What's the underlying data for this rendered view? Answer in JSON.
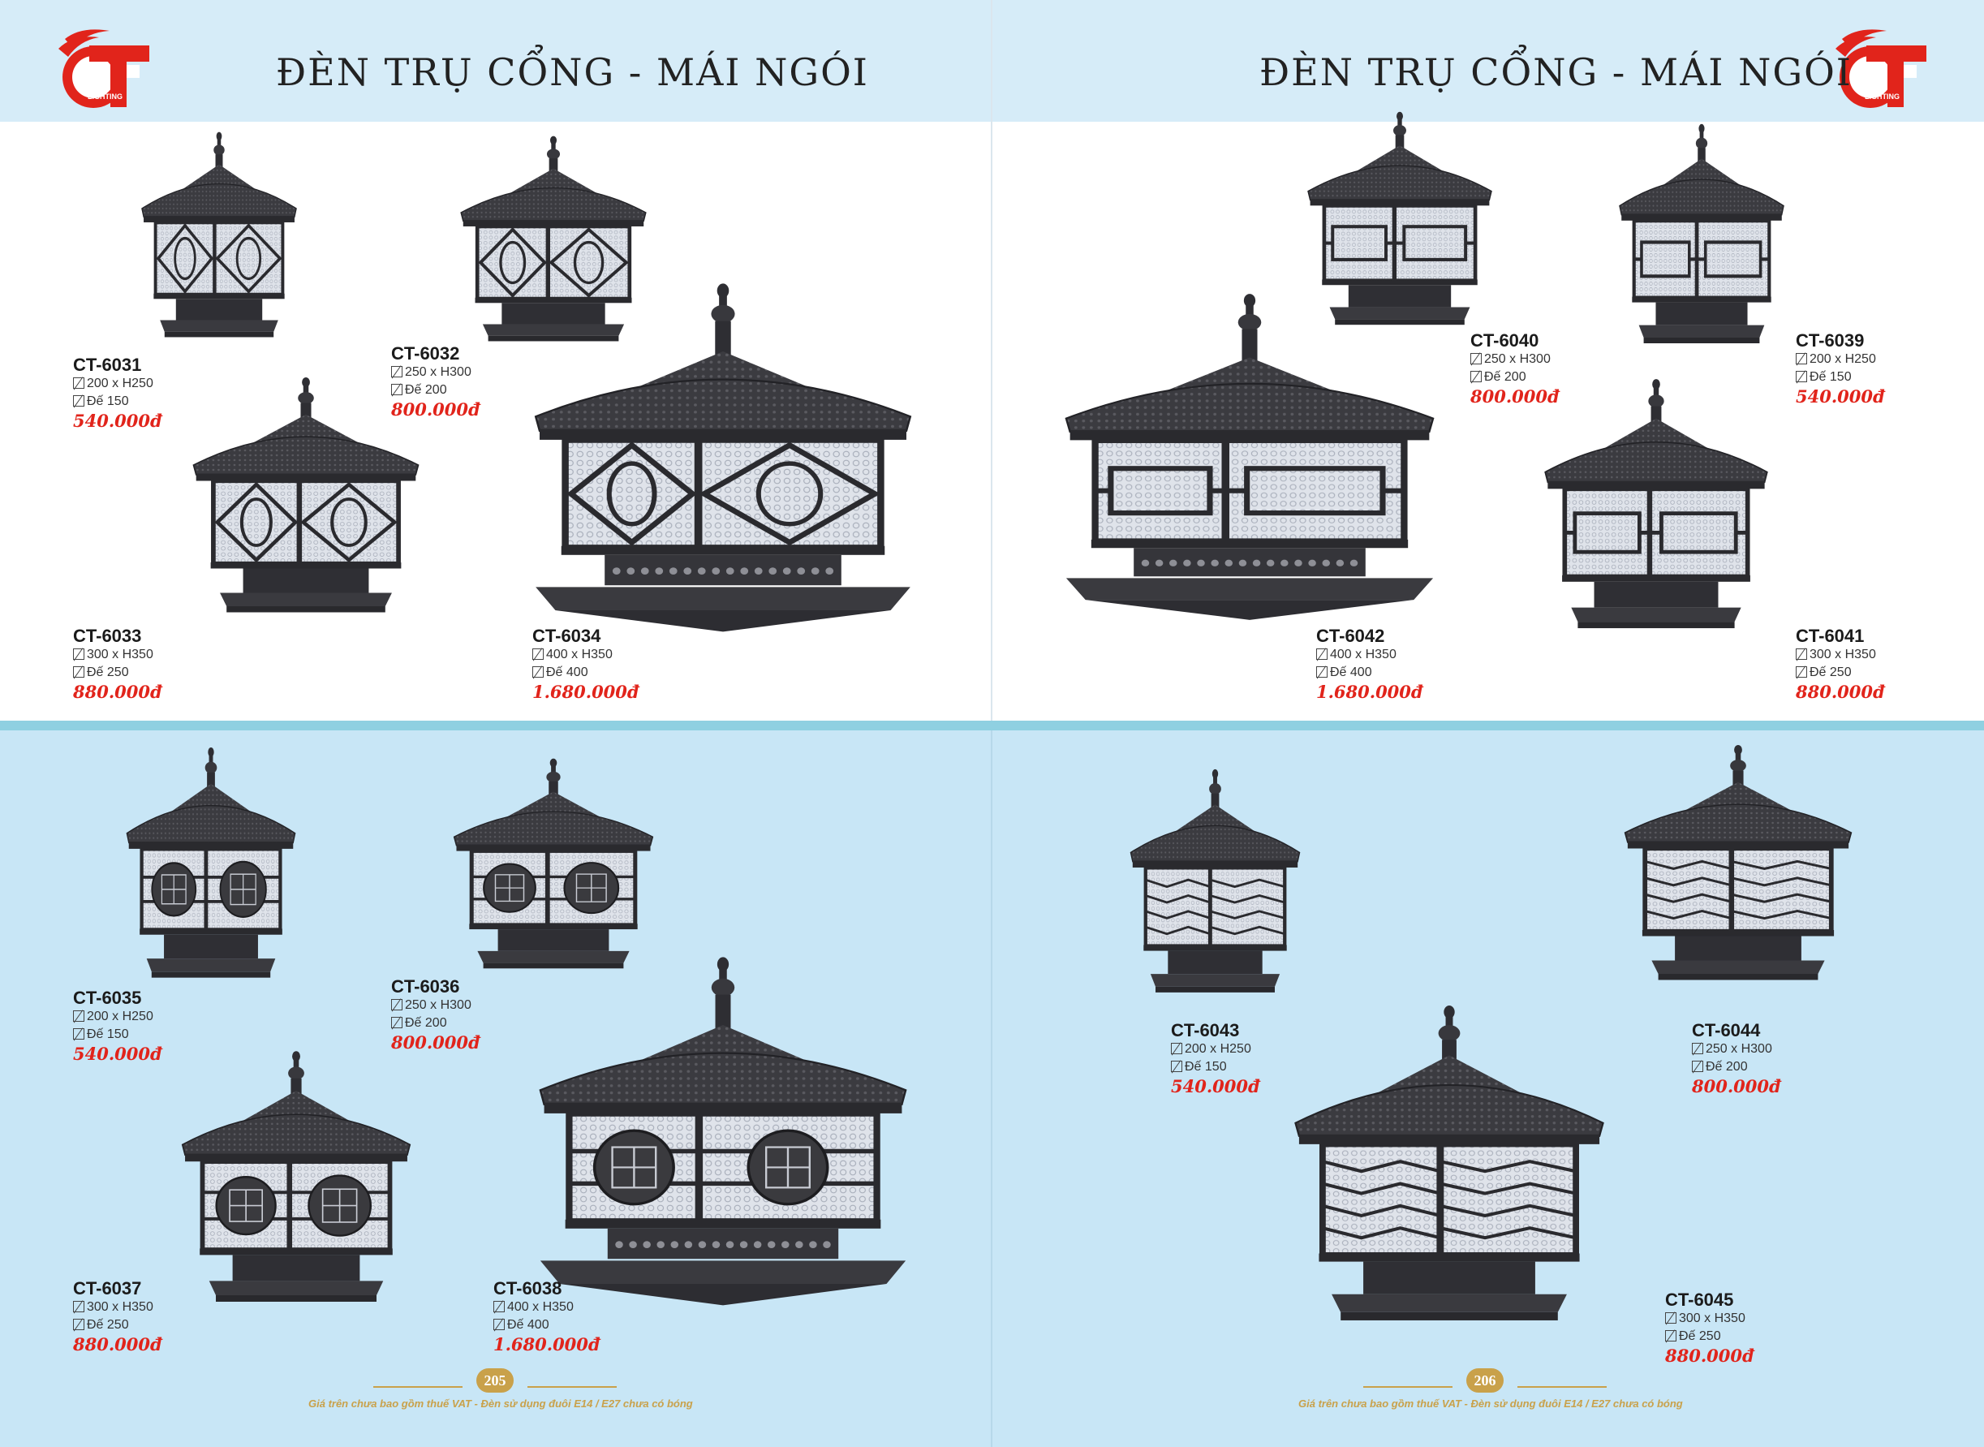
{
  "brand": {
    "logo_letters": "CT",
    "logo_sub": "LIGHTING",
    "red": "#e1241b"
  },
  "pages": {
    "left": {
      "title": "ĐÈN TRỤ CỔNG - MÁI NGÓI",
      "page_number": "205",
      "footer_note": "Giá trên chưa bao gồm thuế VAT - Đèn sử dụng đuôi E14 / E27 chưa có bóng"
    },
    "right": {
      "title": "ĐÈN TRỤ CỔNG - MÁI NGÓI",
      "page_number": "206",
      "footer_note": "Giá trên chưa bao gồm thuế VAT - Đèn sử dụng đuôi E14 / E27 chưa có bóng"
    }
  },
  "products": {
    "p6031": {
      "code": "CT-6031",
      "size": "200 x H250",
      "base": "Đế 150",
      "price": "540.000đ",
      "pattern": "diamond-circle"
    },
    "p6032": {
      "code": "CT-6032",
      "size": "250 x H300",
      "base": "Đế 200",
      "price": "800.000đ",
      "pattern": "diamond-circle"
    },
    "p6033": {
      "code": "CT-6033",
      "size": "300 x H350",
      "base": "Đế 250",
      "price": "880.000đ",
      "pattern": "diamond-circle"
    },
    "p6034": {
      "code": "CT-6034",
      "size": "400 x H350",
      "base": "Đế 400",
      "price": "1.680.000đ",
      "pattern": "diamond-circle"
    },
    "p6040": {
      "code": "CT-6040",
      "size": "250 x H300",
      "base": "Đế 200",
      "price": "800.000đ",
      "pattern": "rectangle"
    },
    "p6039": {
      "code": "CT-6039",
      "size": "200 x H250",
      "base": "Đế 150",
      "price": "540.000đ",
      "pattern": "rectangle"
    },
    "p6042": {
      "code": "CT-6042",
      "size": "400 x H350",
      "base": "Đế 400",
      "price": "1.680.000đ",
      "pattern": "rectangle"
    },
    "p6041": {
      "code": "CT-6041",
      "size": "300 x H350",
      "base": "Đế 250",
      "price": "880.000đ",
      "pattern": "rectangle"
    },
    "p6035": {
      "code": "CT-6035",
      "size": "200 x H250",
      "base": "Đế 150",
      "price": "540.000đ",
      "pattern": "longevity-medallion"
    },
    "p6036": {
      "code": "CT-6036",
      "size": "250 x H300",
      "base": "Đế 200",
      "price": "800.000đ",
      "pattern": "longevity-medallion"
    },
    "p6037": {
      "code": "CT-6037",
      "size": "300 x H350",
      "base": "Đế 250",
      "price": "880.000đ",
      "pattern": "longevity-medallion"
    },
    "p6038": {
      "code": "CT-6038",
      "size": "400 x H350",
      "base": "Đế 400",
      "price": "1.680.000đ",
      "pattern": "longevity-medallion"
    },
    "p6043": {
      "code": "CT-6043",
      "size": "200 x H250",
      "base": "Đế 150",
      "price": "540.000đ",
      "pattern": "wave"
    },
    "p6044": {
      "code": "CT-6044",
      "size": "250 x H300",
      "base": "Đế 200",
      "price": "800.000đ",
      "pattern": "wave"
    },
    "p6045": {
      "code": "CT-6045",
      "size": "300 x H350",
      "base": "Đế 250",
      "price": "880.000đ",
      "pattern": "wave"
    }
  }
}
